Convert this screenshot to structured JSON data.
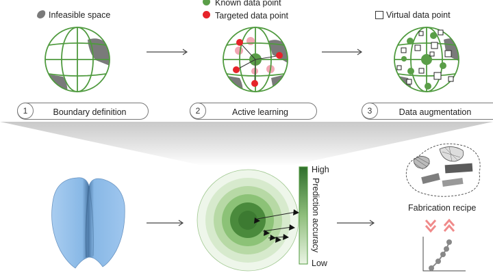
{
  "legend": {
    "infeasible_space": "Infeasible space",
    "known_data_point": "Known data point",
    "targeted_data_point": "Targeted data point",
    "virtual_data_point": "Virtual data point"
  },
  "steps": [
    {
      "number": "1",
      "label": "Boundary definition"
    },
    {
      "number": "2",
      "label": "Active learning"
    },
    {
      "number": "3",
      "label": "Data augmentation"
    }
  ],
  "accuracy_bar": {
    "high": "High",
    "low": "Low",
    "title": "Prediction accuracy"
  },
  "fabrication_recipe": "Fabrication recipe",
  "colors": {
    "globe_green": "#4f9a3e",
    "infeasible_gray": "#7a7a7a",
    "targeted_red": "#e6232a",
    "light_red": "#f2a7b4",
    "surface_blue": "#7fb2e3",
    "chevron_red": "#f08a8a"
  },
  "icons": [
    "globe-boundary-icon",
    "globe-active-learning-icon",
    "globe-augmentation-icon",
    "curved-surface-icon",
    "target-rings-icon",
    "material-samples-icon",
    "chevron-down-icon",
    "chevron-up-icon",
    "line-plot-icon"
  ]
}
